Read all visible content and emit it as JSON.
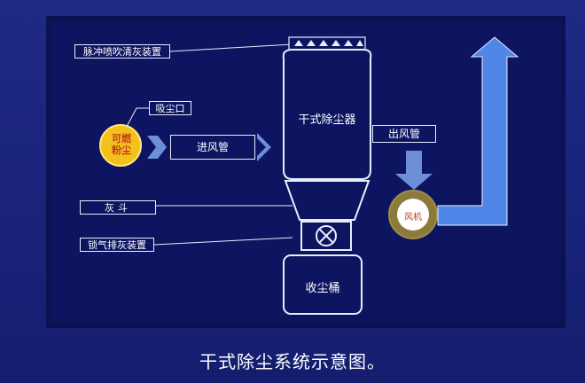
{
  "diagram": {
    "labels": {
      "pulse_jet": "脉冲喷吹清灰装置",
      "suction_port": "吸尘口",
      "combustible_dust": "可燃粉尘",
      "inlet_pipe": "进风管",
      "collector": "干式除尘器",
      "outlet_pipe": "出风管",
      "ash_hopper": "灰斗",
      "airlock": "锁气排灰装置",
      "dust_bin": "收尘桶",
      "fan": "风机"
    }
  },
  "caption": "干式除尘系统示意图。",
  "colors": {
    "background": "#1b247a",
    "panel": "#0e1560",
    "line": "#e9eefc",
    "flow_arrow": "#6e8fd8",
    "outlet_arrow": "#4f86e8",
    "dust_fill": "#f2c21a",
    "dust_text": "#c23a1a",
    "fan_ring": "#8b7a3a"
  }
}
